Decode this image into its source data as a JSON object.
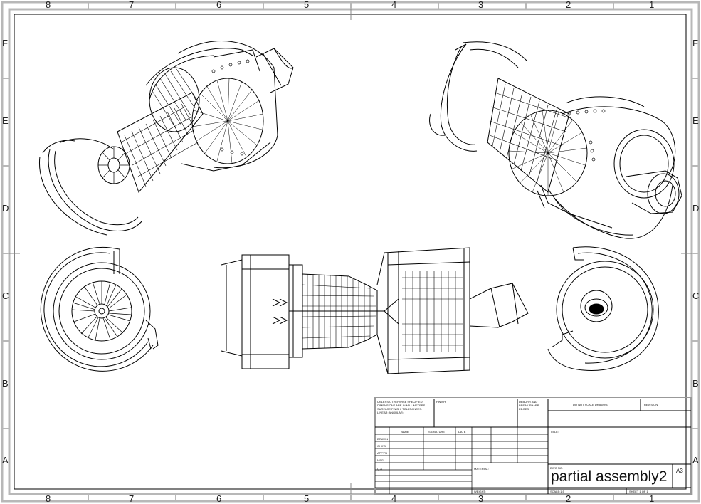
{
  "drawing": {
    "zones_top": [
      "8",
      "7",
      "6",
      "5",
      "4",
      "3",
      "2",
      "1"
    ],
    "zones_bottom": [
      "8",
      "7",
      "6",
      "5",
      "4",
      "3",
      "2",
      "1"
    ],
    "zones_left": [
      "F",
      "E",
      "D",
      "C",
      "B",
      "A"
    ],
    "zones_right": [
      "F",
      "E",
      "D",
      "C",
      "B",
      "A"
    ]
  },
  "title_block": {
    "notes": "UNLESS OTHERWISE SPECIFIED: DIMENSIONS ARE IN MILLIMETERS SURFACE FINISH: TOLERANCES: LINEAR: ANGULAR:",
    "finish_label": "FINISH:",
    "deburr_label": "DEBURR AND BREAK SHARP EDGES",
    "do_not_scale": "DO NOT SCALE DRAWING",
    "revision_label": "REVISION",
    "col_name": "NAME",
    "col_signature": "SIGNATURE",
    "col_date": "DATE",
    "row_drawn": "DRAWN",
    "row_checked": "CHK'D",
    "row_approved": "APPV'D",
    "row_mfg": "MFG",
    "row_qa": "Q.A",
    "title_label": "TITLE:",
    "material_label": "MATERIAL:",
    "weight_label": "WEIGHT:",
    "dwg_no_label": "DWG NO.",
    "drawing_name": "partial assembly2",
    "sheet_size": "A3",
    "scale_label": "SCALE:1:5",
    "sheet_label": "SHEET 1 OF 1"
  }
}
